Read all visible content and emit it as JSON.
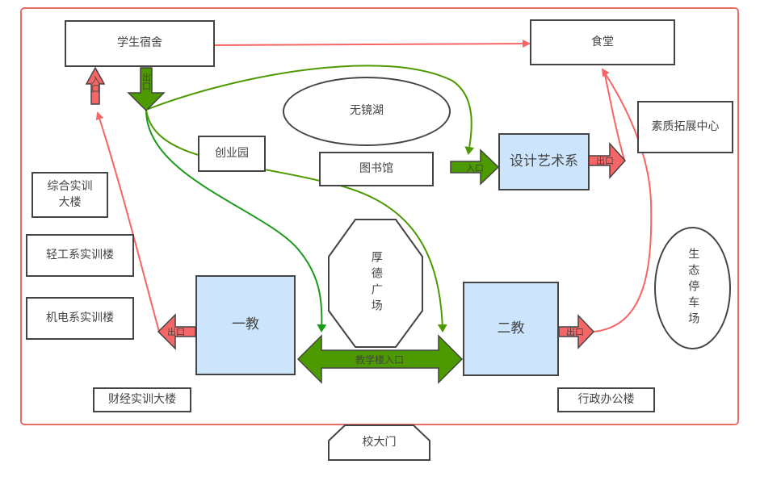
{
  "diagram": {
    "colors": {
      "border": "#ea6b66",
      "red_arrow": "#f66666",
      "green_arrow": "#4d9900",
      "green_line": "#4d9900",
      "green_line_alt": "#1a9a1a",
      "blue_fill": "#cce5fc",
      "stroke": "#444444"
    },
    "buildings": {
      "dorm": "学生宿舍",
      "canteen": "食堂",
      "lake": "无镜湖",
      "startup_park": "创业园",
      "library": "图书馆",
      "design_art": "设计艺术系",
      "quality_center": "素质拓展中心",
      "comprehensive_training": "综合实训\n大楼",
      "light_industry": "轻工系实训楼",
      "mech_elec": "机电系实训楼",
      "plaza": "厚德广场",
      "teach1": "一教",
      "teach2": "二教",
      "parking": "生态停车场",
      "finance_training": "财经实训大楼",
      "admin": "行政办公楼",
      "gate": "校大门"
    },
    "arrow_labels": {
      "entrance": "入口",
      "exit": "出口",
      "teaching_entrance": "教学楼入口"
    }
  }
}
